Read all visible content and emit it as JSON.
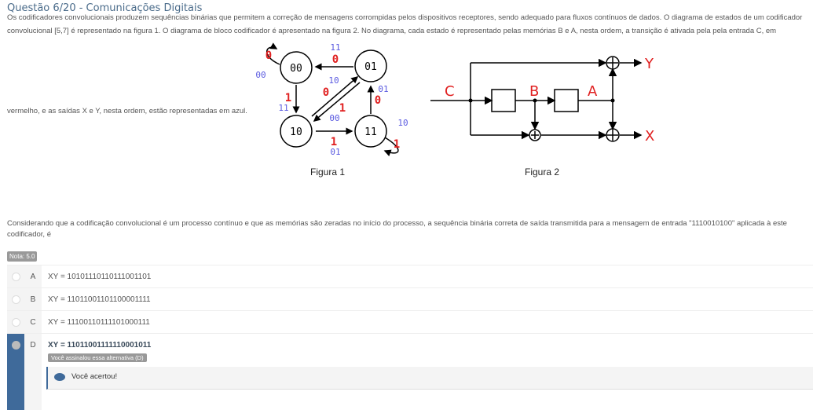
{
  "title": "Questão 6/20 - Comunicações Digitais",
  "intro_line1": "Os codificadores convolucionais produzem sequências binárias que permitem a correção de mensagens corrompidas pelos dispositivos receptores, sendo adequado para fluxos contínuos de dados. O diagrama de estados de um codificador",
  "intro_line2": "convolucional [5,7] é representado na figura 1. O diagrama de bloco codificador é apresentado na figura 2. No diagrama, cada estado é representado pelas memórias B e A, nesta ordem, a transição é ativada pela pela entrada C, em",
  "intro_line3": "vermelho, e as saídas X e Y, nesta ordem, estão representadas em azul.",
  "figure1": {
    "caption": "Figura 1",
    "states": [
      "00",
      "01",
      "10",
      "11"
    ],
    "labels": {
      "self00_in": "0",
      "self00_out": "00",
      "t00_01_out": "11",
      "t00_01_in": "0",
      "t01_10_out": "10",
      "t01_10_in": "0",
      "t10_01_in": "1",
      "t10_01_out": "00",
      "t00_10_in": "1",
      "t00_10_out": "11",
      "t11_01_out": "01",
      "t11_01_in": "0",
      "t10_11_in": "1",
      "t10_11_out": "01",
      "self11_out": "10",
      "self11_in": "1"
    }
  },
  "figure2": {
    "caption": "Figura 2",
    "labels": {
      "c": "C",
      "b": "B",
      "a": "A",
      "y": "Y",
      "x": "X"
    }
  },
  "question": "Considerando que a codificação convolucional é um processo contínuo e que as memórias são zeradas no início do processo, a sequência binária correta de saída transmitida para a mensagem de entrada \"1110010100\" aplicada à este",
  "question2": "codificador, é",
  "nota": "Nota: 5.0",
  "options": [
    {
      "letter": "A",
      "text": "XY = 10101110110111001101"
    },
    {
      "letter": "B",
      "text": "XY = 11011001101100001111"
    },
    {
      "letter": "C",
      "text": "XY = 11100110111101000111"
    },
    {
      "letter": "D",
      "text": "XY = 11011001111110001011"
    }
  ],
  "selected_badge": "Você assinalou essa alternativa (D)",
  "feedback": "Você acertou!",
  "colors": {
    "accent": "#3f6a9a",
    "red": "#e02020",
    "blue": "#5a5ae0"
  }
}
